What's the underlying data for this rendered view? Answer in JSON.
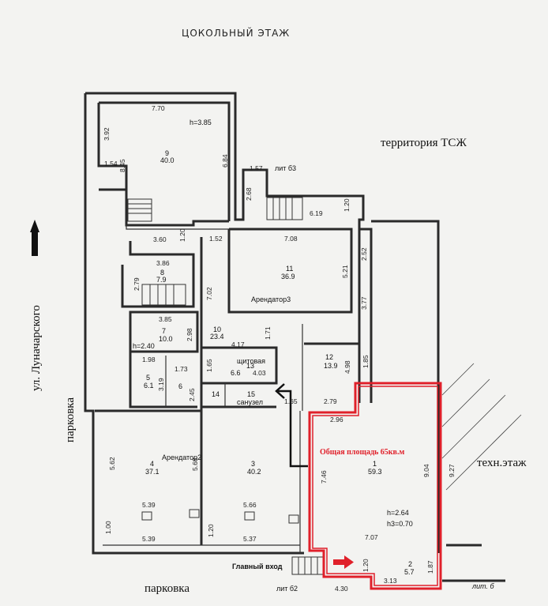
{
  "title": "ЦОКОЛЬНЫЙ ЭТАЖ",
  "street": "ул. Луначарского",
  "parking_left": "парковка",
  "parking_bottom": "парковка",
  "tszh": "территория ТСЖ",
  "tech_floor": "техн.этаж",
  "main_entrance": "Главный вход",
  "lit_b3": "лит б3",
  "lit_b2": "лит б2",
  "lit_b": "лит. б",
  "highlight_color": "#e0202a",
  "total_area": "Общая площадь 65кв.м",
  "tenants": {
    "t2": "Арендатор2",
    "t3": "Арендатор3"
  },
  "rooms": {
    "r9": {
      "num": "9",
      "area": "40.0",
      "h": "h=3.85"
    },
    "r8": {
      "num": "8",
      "area": "7.9"
    },
    "r7": {
      "num": "7",
      "area": "10.0",
      "h": "h=2.40"
    },
    "r10": {
      "num": "10",
      "area": "23.4"
    },
    "r11": {
      "num": "11",
      "area": "36.9"
    },
    "r12": {
      "num": "12",
      "area": "13.9"
    },
    "r13": {
      "num": "13",
      "area": "6.6",
      "label": "щитовая"
    },
    "r14": {
      "num": "14"
    },
    "r15": {
      "num": "15",
      "label": "санузел"
    },
    "r5": {
      "num": "5",
      "area": "6.1"
    },
    "r6": {
      "num": "6"
    },
    "r4": {
      "num": "4",
      "area": "37.1"
    },
    "r3": {
      "num": "3",
      "area": "40.2"
    },
    "r1": {
      "num": "1",
      "area": "59.3",
      "h": "h=2.64",
      "h3": "h3=0.70"
    },
    "r2": {
      "num": "2",
      "area": "5.7"
    }
  },
  "dims": {
    "d770": "7.70",
    "d392": "3.92",
    "d154": "1.54",
    "d845": "8.45",
    "d684": "6.84",
    "d157": "1.57",
    "d268": "2.68",
    "d619": "6.19",
    "d120a": "1.20",
    "d360": "3.60",
    "d120b": "1.20",
    "d152": "1.52",
    "d708": "7.08",
    "d252": "2.52",
    "d386": "3.86",
    "d279": "2.79",
    "d702": "7.02",
    "d521": "5.21",
    "d377": "3.77",
    "d385": "3.85",
    "d298": "2.98",
    "d171": "1.71",
    "d417": "4.17",
    "d498": "4.98",
    "d185": "1.85",
    "d198": "1.98",
    "d173": "1.73",
    "d165a": "1.65",
    "d403": "4.03",
    "d319": "3.19",
    "d245": "2.45",
    "d165b": "1.65",
    "d279b": "2.79",
    "d296": "2.96",
    "d562": "5.62",
    "d568": "5.68",
    "d746": "7.46",
    "d904": "9.04",
    "d927": "9.27",
    "d539a": "5.39",
    "d566": "5.66",
    "d100": "1.00",
    "d539b": "5.39",
    "d120c": "1.20",
    "d537": "5.37",
    "d707": "7.07",
    "d120d": "1.20",
    "d187": "1.87",
    "d313": "3.13",
    "d430": "4.30"
  }
}
